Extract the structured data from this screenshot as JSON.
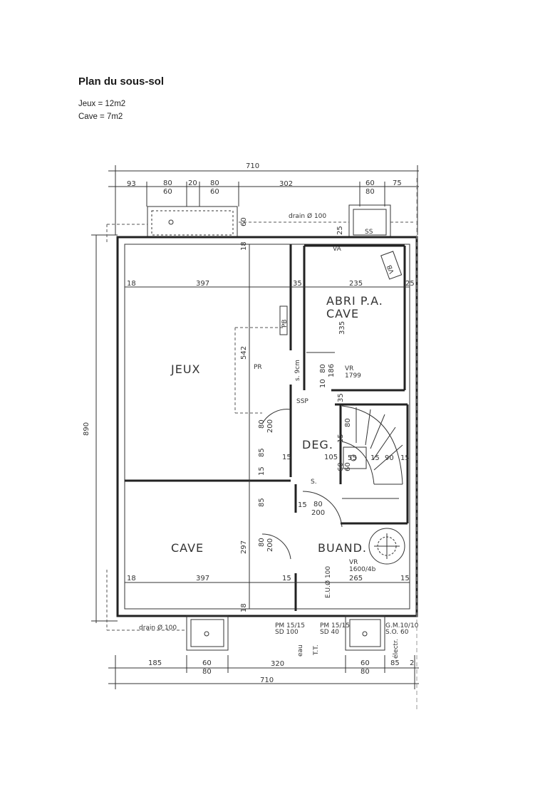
{
  "header": {
    "title": "Plan du sous-sol",
    "area_lines": [
      "Jeux  = 12m2",
      "Cave  = 7m2"
    ]
  },
  "plan": {
    "rooms": {
      "jeux": "JEUX",
      "cave": "CAVE",
      "abri": "ABRI P.A.",
      "abri2": "CAVE",
      "deg": "DEG.",
      "buand": "BUAND."
    },
    "top_total": "710",
    "bottom_total": "710",
    "left_total": "890",
    "top_dims": [
      "93",
      "80",
      "60",
      "20",
      "80",
      "60",
      "302",
      "60",
      "80",
      "75"
    ],
    "bottom_dims": [
      "185",
      "60",
      "80",
      "320",
      "60",
      "80",
      "85",
      "2"
    ],
    "inner_dims": [
      "18",
      "397",
      "35",
      "235",
      "25",
      "542",
      "335",
      "18",
      "397",
      "15",
      "265",
      "15",
      "297",
      "85",
      "80",
      "200",
      "105",
      "15",
      "60",
      "55",
      "15",
      "90",
      "15",
      "80",
      "200",
      "80",
      "200",
      "85",
      "15",
      "15",
      "18",
      "10",
      "80",
      "186",
      "35",
      "15",
      "80",
      "60",
      "60",
      "25",
      "18"
    ],
    "labels": {
      "drain_top": "drain Ø 100",
      "drain_bottom": "drain Ø 100",
      "ss": "SS",
      "va": "VA",
      "vb": "VB",
      "pb": "PB",
      "pr": "PR",
      "s9": "s. 9cm",
      "ssp": "SSP",
      "vr1": "VR",
      "vr1b": "1799",
      "vr2": "VR",
      "vr2b": "1600/4b",
      "s": "S.",
      "eu": "E.U.Ø 100",
      "pm1": "PM 15/15",
      "sd1": "SD 100",
      "pm2": "PM 15/15",
      "sd2": "SD 40",
      "gm": "G.M.10/10",
      "so": "S.O. 60",
      "eau": "eau",
      "tt": "T.T.",
      "elec": "électr."
    }
  }
}
